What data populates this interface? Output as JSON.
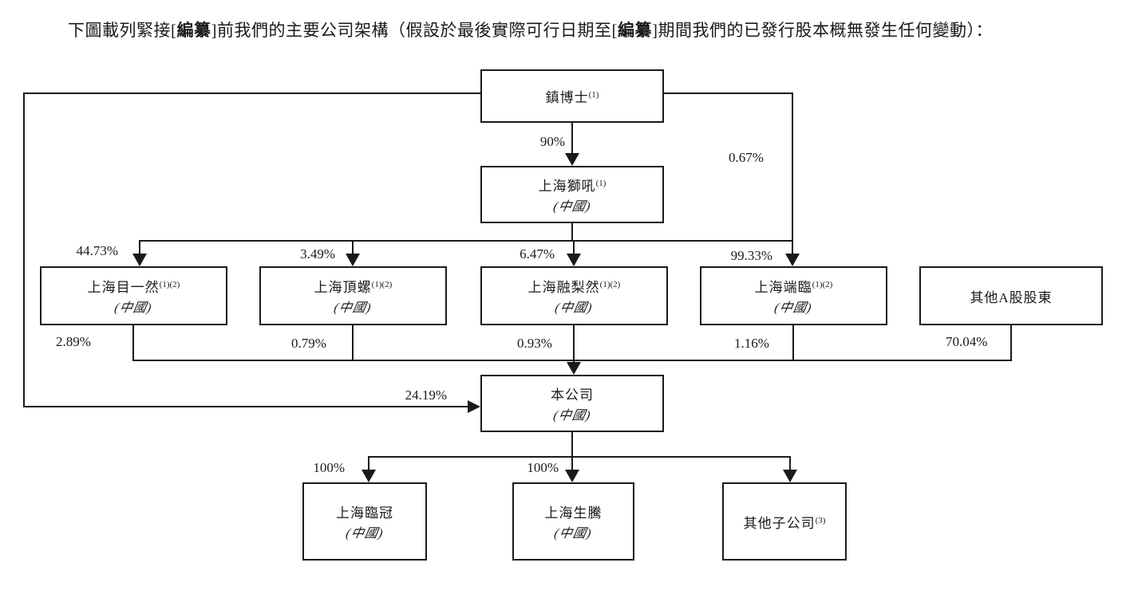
{
  "header": {
    "part1": "下圖載列緊接[",
    "bold1": "編纂",
    "part2": "]前我們的主要公司架構（假設於最後實際可行日期至[",
    "bold2": "編纂",
    "part3": "]期間我們的已發行股本概無發生任何變動）："
  },
  "nodes": {
    "dr_zhen": {
      "name": "鎮博士",
      "sup": "(1)"
    },
    "shihou": {
      "name": "上海獅吼",
      "sup": "(1)",
      "region": "(中國)"
    },
    "muyiran": {
      "name": "上海目一然",
      "sup": "(1)(2)",
      "region": "(中國)"
    },
    "dingluo": {
      "name": "上海頂螺",
      "sup": "(1)(2)",
      "region": "(中國)"
    },
    "rongliran": {
      "name": "上海融梨然",
      "sup": "(1)(2)",
      "region": "(中國)"
    },
    "duanlin": {
      "name": "上海端臨",
      "sup": "(1)(2)",
      "region": "(中國)"
    },
    "other_a": {
      "name": "其他A股股東"
    },
    "company": {
      "name": "本公司",
      "region": "(中國)"
    },
    "linguan": {
      "name": "上海臨冠",
      "region": "(中國)"
    },
    "shengteng": {
      "name": "上海生騰",
      "region": "(中國)"
    },
    "other_subs": {
      "name": "其他子公司",
      "sup": "(3)"
    }
  },
  "percentages": {
    "zhen_to_shihou": "90%",
    "zhen_to_duanlin": "0.67%",
    "zhen_to_company": "24.19%",
    "shihou_to_muyiran": "44.73%",
    "shihou_to_dingluo": "3.49%",
    "shihou_to_rongliran": "6.47%",
    "shihou_to_duanlin": "99.33%",
    "muyiran_to_company": "2.89%",
    "dingluo_to_company": "0.79%",
    "rongliran_to_company": "0.93%",
    "duanlin_to_company": "1.16%",
    "othera_to_company": "70.04%",
    "company_to_linguan": "100%",
    "company_to_shengteng": "100%"
  },
  "colors": {
    "line": "#1a1a1a",
    "text": "#1a1a1a",
    "background": "#ffffff"
  }
}
